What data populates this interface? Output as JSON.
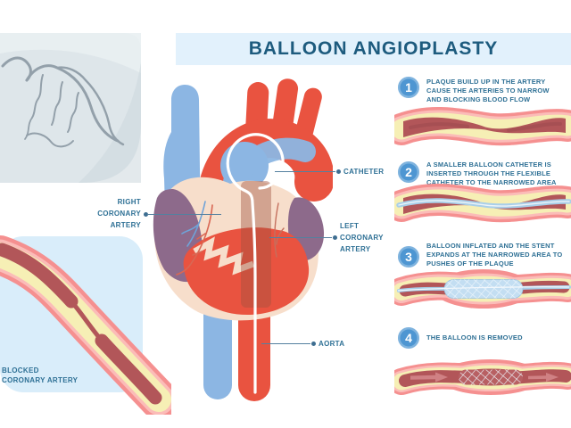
{
  "title": "BALLOON ANGIOPLASTY",
  "heart_labels": {
    "right_coronary_artery": {
      "lines": [
        "RIGHT",
        "CORONARY",
        "ARTERY"
      ]
    },
    "catheter": {
      "lines": [
        "CATHETER"
      ]
    },
    "left_coronary_artery": {
      "lines": [
        "LEFT",
        "CORONARY",
        "ARTERY"
      ]
    },
    "aorta": {
      "lines": [
        "AORTA"
      ]
    }
  },
  "blocked_artery_panel": {
    "label_lines": [
      "BLOCKED",
      "CORONARY ARTERY"
    ]
  },
  "steps": [
    {
      "number": "1",
      "text": "PLAQUE BUILD UP IN THE ARTERY CAUSE THE ARTERIES TO NARROW AND BLOCKING BLOOD FLOW"
    },
    {
      "number": "2",
      "text": "A SMALLER BALLOON CATHETER IS INSERTED THROUGH THE FLEXIBLE CATHETER TO THE NARROWED AREA"
    },
    {
      "number": "3",
      "text": "BALLOON INFLATED AND THE STENT EXPANDS AT THE NARROWED AREA TO PUSHES OF THE PLAQUE"
    },
    {
      "number": "4",
      "text": "THE BALLOON IS REMOVED"
    }
  ],
  "colors": {
    "banner_bg": "#e2f1fc",
    "title_text": "#1d5b7e",
    "step_text": "#2e7095",
    "step_badge": "#4e96d2",
    "artery_outer": "#f59090",
    "artery_rim": "#fbbcb8",
    "plaque": "#f6efb5",
    "lumen": "#b25659",
    "catheter_blue": "#a9cfe9",
    "heart_red": "#e95340",
    "heart_blue": "#8cb6e3",
    "heart_cream": "#f7decb",
    "heart_purple": "#8d6a8b",
    "panel_bg": "#d9edfa"
  }
}
